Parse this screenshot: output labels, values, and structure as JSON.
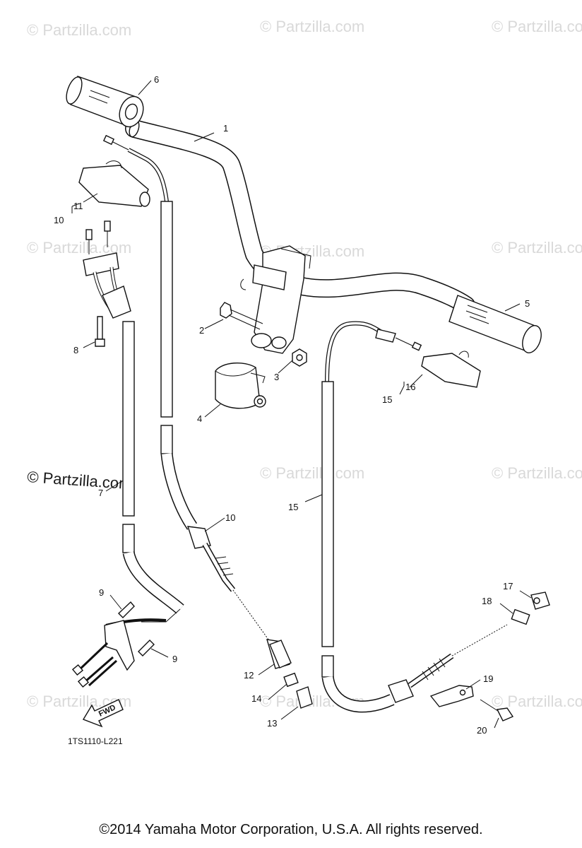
{
  "watermarks": {
    "text": "© Partzilla.com",
    "prominent_text": "© Partzilla.com"
  },
  "callouts": {
    "c1": "1",
    "c2": "2",
    "c3": "3",
    "c4": "4",
    "c5": "5",
    "c6": "6",
    "c7": "7",
    "c8": "8",
    "c9a": "9",
    "c9b": "9",
    "c10a": "10",
    "c10b": "10",
    "c11": "11",
    "c12": "12",
    "c13": "13",
    "c14": "14",
    "c15a": "15",
    "c15b": "15",
    "c16": "16",
    "c17": "17",
    "c18": "18",
    "c19": "19",
    "c20": "20"
  },
  "fwd_label": "FWD",
  "diagram_code": "1TS1110-L221",
  "copyright": "©2014  Yamaha Motor Corporation, U.S.A. All rights reserved."
}
